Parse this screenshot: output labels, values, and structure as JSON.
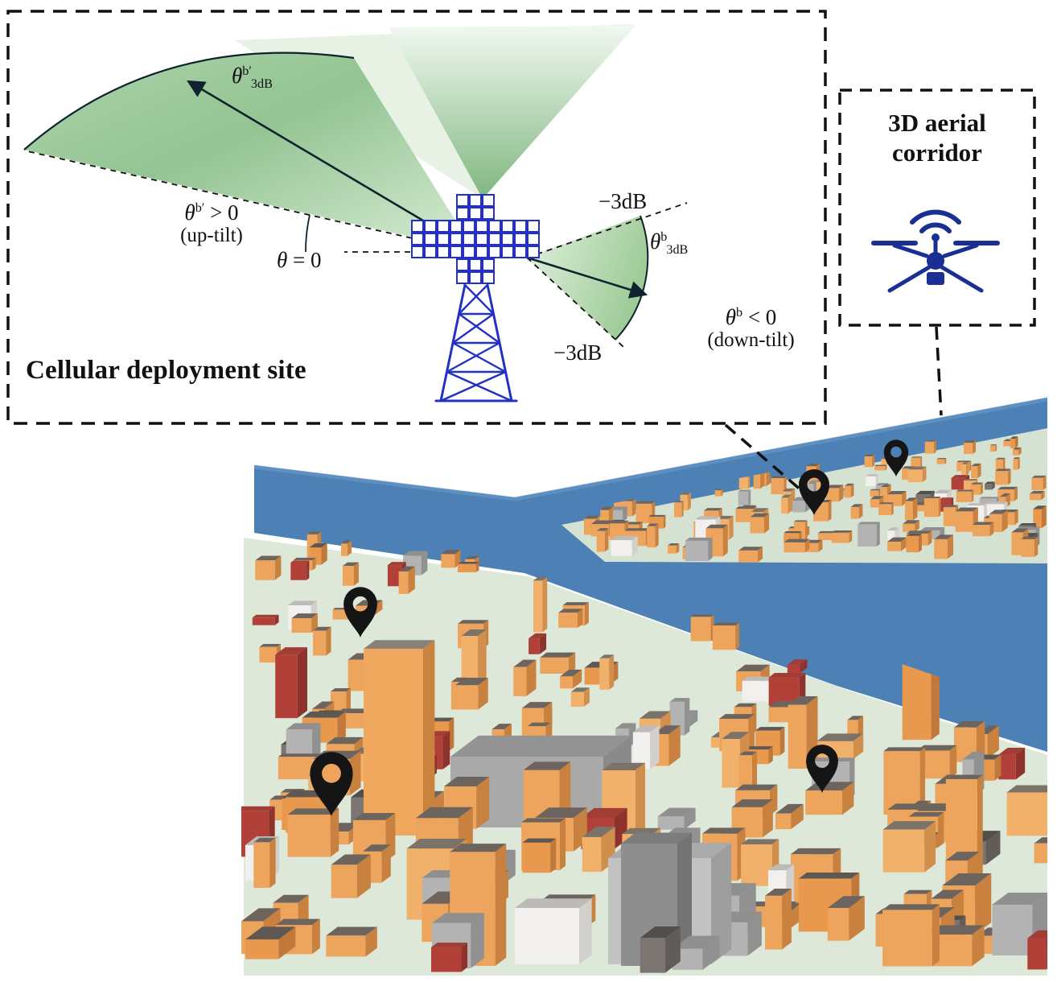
{
  "figure": {
    "site_panel": {
      "title": "Cellular deployment site",
      "uptilt_beamwidth": {
        "theta": "θ",
        "sup": "b′",
        "sub": "3dB"
      },
      "uptilt_condition": {
        "theta": "θ",
        "sup": "b′",
        "tail": " > 0"
      },
      "uptilt_caption": "(up-tilt)",
      "boresight": {
        "theta": "θ",
        "tail": " = 0"
      },
      "upper_halfpower": "−3dB",
      "downtilt_beamwidth": {
        "theta": "θ",
        "sup": "b",
        "sub": "3dB"
      },
      "lower_halfpower": "−3dB",
      "downtilt_condition": {
        "theta": "θ",
        "sup": "b",
        "tail": " < 0"
      },
      "downtilt_caption": "(down-tilt)"
    },
    "corridor_panel": {
      "title_line1": "3D aerial",
      "title_line2": "corridor"
    },
    "icons": {
      "drone": "drone-icon",
      "wifi": "wifi-signal-icon",
      "location_pin": "location-pin-icon",
      "antenna_array": "antenna-array-icon",
      "cell_tower": "cell-tower-icon"
    },
    "colors": {
      "ink": "#10222e",
      "tower_blue": "#2231c4",
      "corridor_blue": "#4d80b5",
      "ground_green": "#dde8d8",
      "ground_green_far": "#d6e2d1",
      "pin_black": "#151515",
      "drone_navy": "#1a2f94",
      "beam_green_dark": "#85bb85",
      "beam_green_light": "#eef7ee",
      "building_orange": "#eda45c",
      "roof_gray": "#6d645d"
    }
  }
}
